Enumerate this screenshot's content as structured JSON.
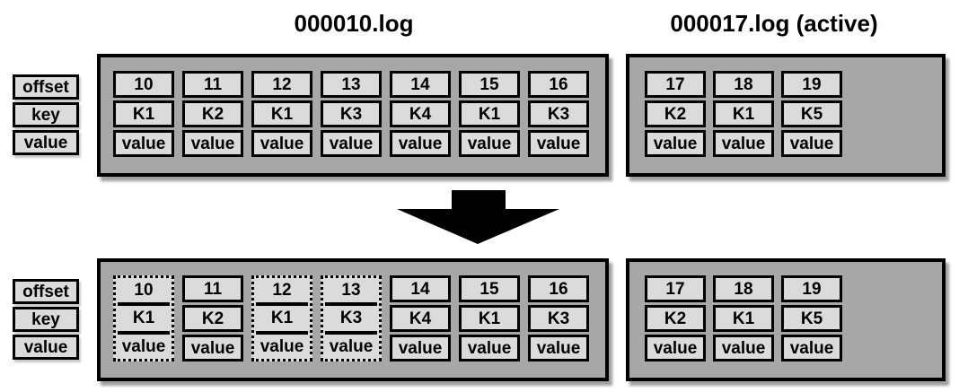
{
  "figure": {
    "titles": {
      "segment_file": "000010.log",
      "active_file": "000017.log (active)"
    },
    "legend_rows": [
      "offset",
      "key",
      "value"
    ],
    "arrow_icon": "down-arrow",
    "colors": {
      "panel_fill": "#a7a7a7",
      "cell_fill": "#dbdbdb",
      "line": "#000000",
      "page_bg": "#ffffff"
    },
    "before": {
      "segment_records": [
        {
          "offset": "10",
          "key": "K1",
          "value": "value",
          "dotted": false
        },
        {
          "offset": "11",
          "key": "K2",
          "value": "value",
          "dotted": false
        },
        {
          "offset": "12",
          "key": "K1",
          "value": "value",
          "dotted": false
        },
        {
          "offset": "13",
          "key": "K3",
          "value": "value",
          "dotted": false
        },
        {
          "offset": "14",
          "key": "K4",
          "value": "value",
          "dotted": false
        },
        {
          "offset": "15",
          "key": "K1",
          "value": "value",
          "dotted": false
        },
        {
          "offset": "16",
          "key": "K3",
          "value": "value",
          "dotted": false
        }
      ],
      "active_records": [
        {
          "offset": "17",
          "key": "K2",
          "value": "value",
          "dotted": false
        },
        {
          "offset": "18",
          "key": "K1",
          "value": "value",
          "dotted": false
        },
        {
          "offset": "19",
          "key": "K5",
          "value": "value",
          "dotted": false
        }
      ]
    },
    "after": {
      "segment_records": [
        {
          "offset": "10",
          "key": "K1",
          "value": "value",
          "dotted": true
        },
        {
          "offset": "11",
          "key": "K2",
          "value": "value",
          "dotted": false
        },
        {
          "offset": "12",
          "key": "K1",
          "value": "value",
          "dotted": true
        },
        {
          "offset": "13",
          "key": "K3",
          "value": "value",
          "dotted": true
        },
        {
          "offset": "14",
          "key": "K4",
          "value": "value",
          "dotted": false
        },
        {
          "offset": "15",
          "key": "K1",
          "value": "value",
          "dotted": false
        },
        {
          "offset": "16",
          "key": "K3",
          "value": "value",
          "dotted": false
        }
      ],
      "active_records": [
        {
          "offset": "17",
          "key": "K2",
          "value": "value",
          "dotted": false
        },
        {
          "offset": "18",
          "key": "K1",
          "value": "value",
          "dotted": false
        },
        {
          "offset": "19",
          "key": "K5",
          "value": "value",
          "dotted": false
        }
      ]
    }
  }
}
